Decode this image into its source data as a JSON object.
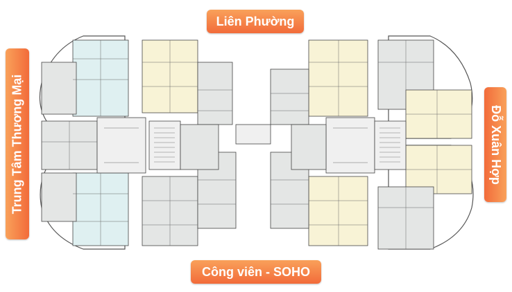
{
  "labels": {
    "top": "Liên Phường",
    "bottom": "Công viên - SOHO",
    "left": "Trung Tâm Thương Mại",
    "right": "Đỗ Xuân Hợp"
  },
  "colors": {
    "accent": "#f26b3a",
    "unit_blue": "#dff0f1",
    "unit_yellow": "#f8f3d6",
    "unit_gray": "#e4e6e5",
    "core": "#f0f0f0",
    "line": "#444444"
  }
}
